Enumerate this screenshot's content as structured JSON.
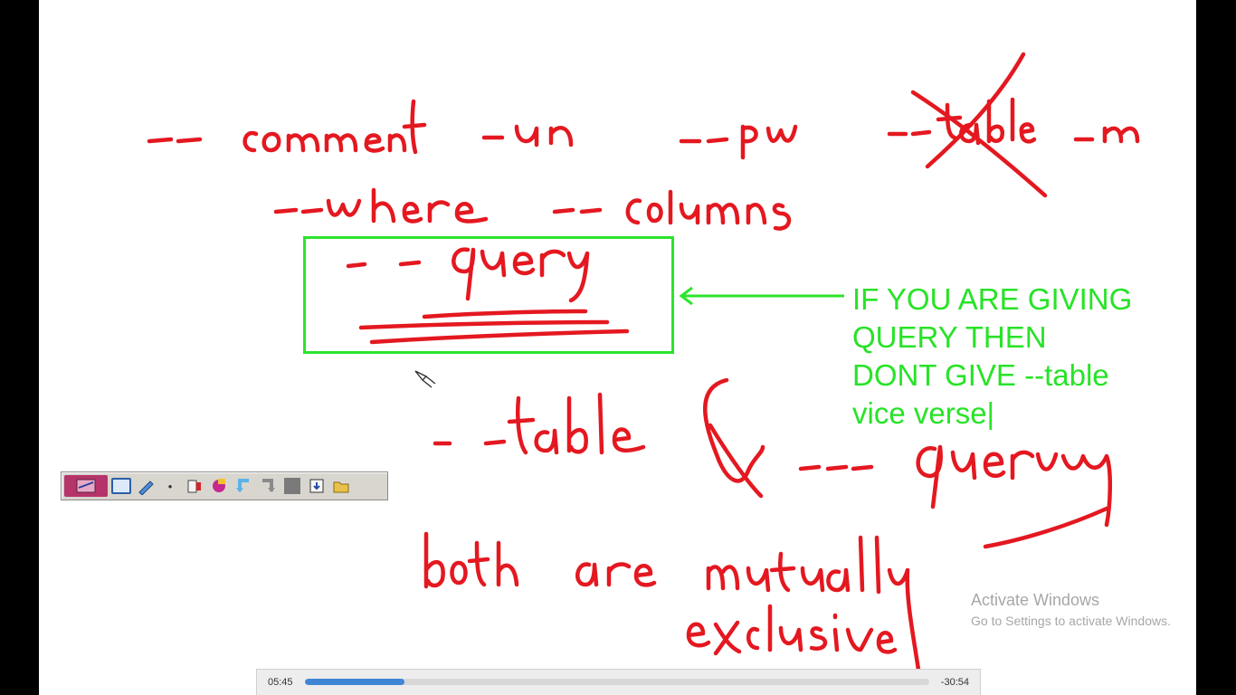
{
  "whiteboard": {
    "handwriting": {
      "line1": [
        "--comment",
        "-un",
        "--pw",
        "--table",
        "-m"
      ],
      "line2": [
        "--where",
        "--columns"
      ],
      "boxed": "--query",
      "line3": [
        "--table",
        "&",
        "--query"
      ],
      "line4": [
        "both are mutually",
        "exclusive"
      ]
    },
    "annotation_lines": [
      "IF YOU ARE GIVING",
      "QUERY THEN",
      "DONT GIVE --table",
      "vice verse|"
    ],
    "annotation_color": "#27e327",
    "ink_color": "#e41820"
  },
  "toolbar": {
    "icons": [
      "pen-palette-icon",
      "screen-icon",
      "marker-icon",
      "dot-icon",
      "highlighter-icon",
      "eraser-icon",
      "undo-icon",
      "redo-icon",
      "stop-icon",
      "save-icon",
      "folder-icon"
    ]
  },
  "watermark": {
    "title": "Activate Windows",
    "subtitle": "Go to Settings to activate Windows."
  },
  "player": {
    "elapsed": "05:45",
    "remaining": "-30:54",
    "progress": 0.16
  }
}
